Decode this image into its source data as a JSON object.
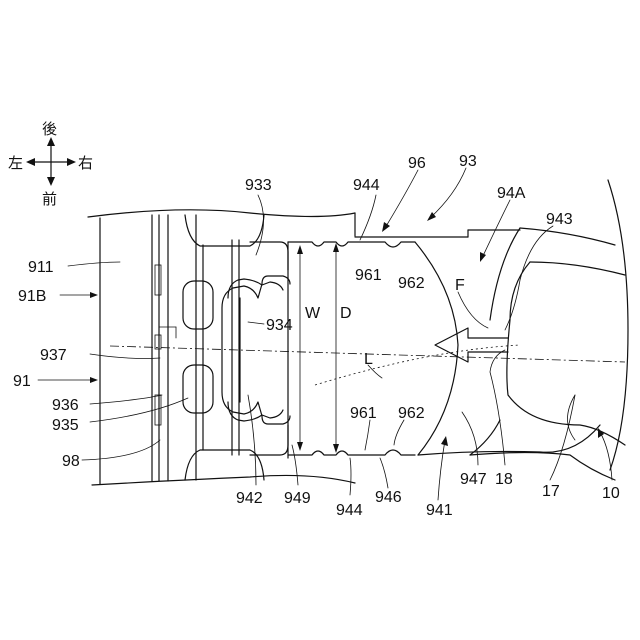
{
  "compass": {
    "back": "後",
    "left": "左",
    "right": "右",
    "front": "前"
  },
  "labels": {
    "l911": "911",
    "l91B": "91B",
    "l937": "937",
    "l91": "91",
    "l936": "936",
    "l935": "935",
    "l98": "98",
    "l933": "933",
    "l934": "934",
    "l942": "942",
    "l949": "949",
    "lW": "W",
    "lD": "D",
    "l944top": "944",
    "l961top": "961",
    "l962top": "962",
    "l96": "96",
    "l93": "93",
    "l94A": "94A",
    "l943": "943",
    "lF": "F",
    "lL": "L",
    "l961bot": "961",
    "l962bot": "962",
    "l944bot": "944",
    "l946": "946",
    "l941": "941",
    "l947": "947",
    "l18": "18",
    "l17": "17",
    "l10": "10"
  }
}
